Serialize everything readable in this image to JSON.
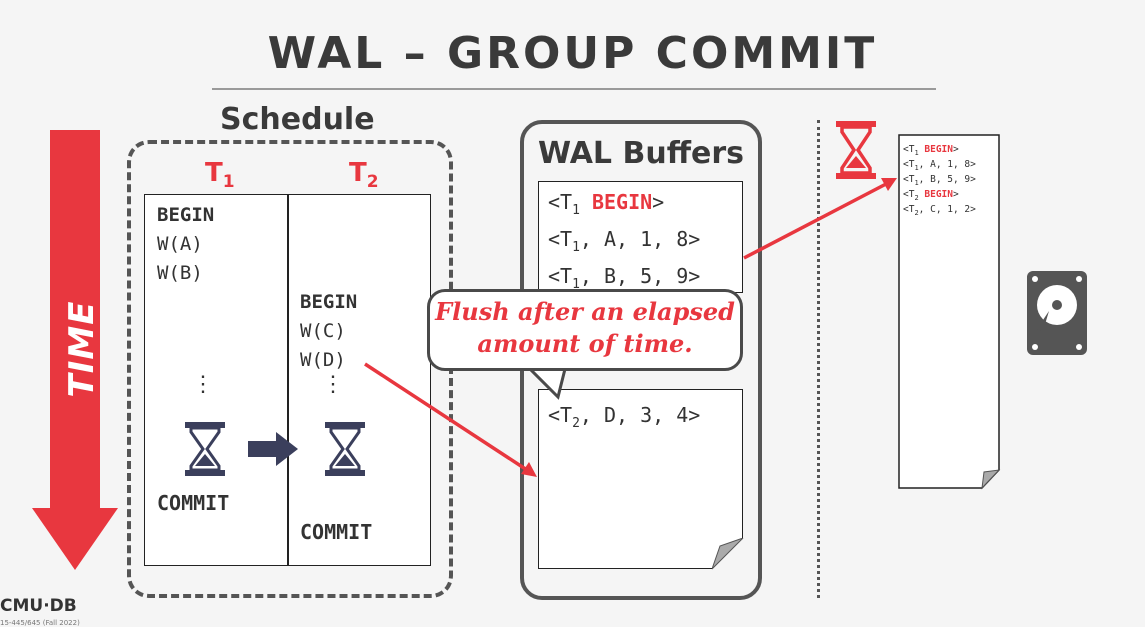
{
  "title": "WAL – GROUP COMMIT",
  "time_label": "TIME",
  "schedule": {
    "label": "Schedule",
    "t1": {
      "name": "T",
      "sub": "1",
      "ops": [
        "BEGIN",
        "W(A)",
        "W(B)"
      ],
      "ellipsis": "⋮",
      "commit": "COMMIT"
    },
    "t2": {
      "name": "T",
      "sub": "2",
      "ops": [
        "BEGIN",
        "W(C)",
        "W(D)"
      ],
      "ellipsis": "⋮",
      "commit": "COMMIT"
    }
  },
  "wal": {
    "title": "WAL Buffers",
    "buffer1": [
      {
        "pre": "<T",
        "sub": "1",
        "kw": " BEGIN",
        "post": ">"
      },
      {
        "pre": "<T",
        "sub": "1",
        "kw": "",
        "post": ", A, 1, 8>"
      },
      {
        "pre": "<T",
        "sub": "1",
        "kw": "",
        "post": ", B, 5, 9>"
      }
    ],
    "buffer2": [
      {
        "pre": "<T",
        "sub": "2",
        "kw": "",
        "post": ", D, 3, 4>"
      }
    ]
  },
  "callout": {
    "line1": "Flush after an elapsed",
    "line2": "amount of time."
  },
  "disk_log": [
    {
      "pre": "<T",
      "sub": "1",
      "kw": " BEGIN",
      "post": ">"
    },
    {
      "pre": "<T",
      "sub": "1",
      "kw": "",
      "post": ", A, 1, 8>"
    },
    {
      "pre": "<T",
      "sub": "1",
      "kw": "",
      "post": ", B, 5, 9>"
    },
    {
      "pre": "<T",
      "sub": "2",
      "kw": " BEGIN",
      "post": ">"
    },
    {
      "pre": "<T",
      "sub": "2",
      "kw": "",
      "post": ", C, 1, 2>"
    }
  ],
  "logo": "CMU·DB",
  "course": "15-445/645 (Fall 2022)",
  "colors": {
    "accent": "#e8373f",
    "arrow": "#3b3f5c",
    "frame": "#555555"
  },
  "icons": [
    "hourglass-icon",
    "hard-drive-icon"
  ]
}
